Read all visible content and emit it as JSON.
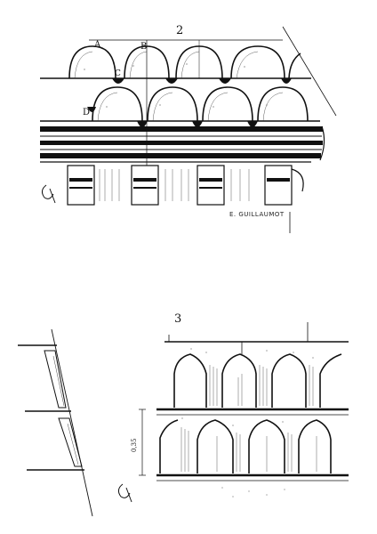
{
  "figure_top": {
    "number": "2",
    "labels": {
      "a": "A",
      "b": "B",
      "c": "C",
      "d": "D"
    },
    "signature": "E. GUILLAUMOT"
  },
  "figure_bottom": {
    "number": "3",
    "dimension": "0,35"
  },
  "colors": {
    "ink": "#111111",
    "paper": "#ffffff"
  }
}
